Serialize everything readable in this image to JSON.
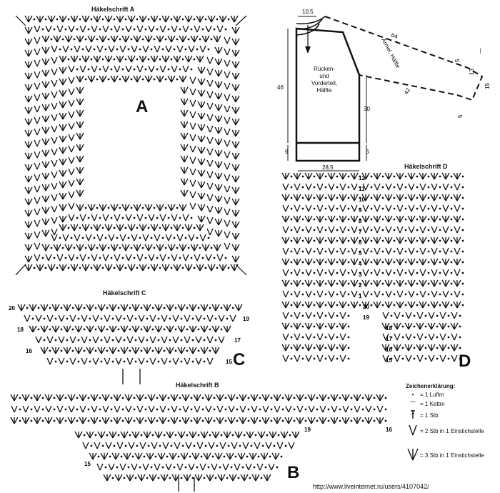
{
  "chart_a": {
    "title": "Häkelschrift A",
    "label": "A"
  },
  "chart_b": {
    "title": "Häkelschrift B",
    "label": "B",
    "row_numbers": [
      "19",
      "16",
      "15"
    ]
  },
  "chart_c": {
    "title": "Häkelschrift C",
    "label": "C",
    "row_numbers": [
      "20",
      "19",
      "18",
      "17",
      "16",
      "15"
    ]
  },
  "chart_d": {
    "title": "Häkelschrift D",
    "label": "D",
    "row_numbers": [
      "12",
      "11",
      "10",
      "9",
      "8",
      "7",
      "6",
      "5",
      "4",
      "3",
      "2",
      "1",
      "20",
      "19",
      "18",
      "17",
      "16",
      "15"
    ]
  },
  "schematic": {
    "body_label": "Rücken- und Vorderteil, Hälfte",
    "sleeve_label": "Ärmel, Hälfte",
    "dims": [
      "10,5",
      "64",
      "46",
      "30",
      "42",
      "6",
      "6",
      "28,5",
      "5",
      "5",
      "15",
      "13"
    ]
  },
  "legend": {
    "title": "Zeichenerklärung:",
    "items": [
      {
        "icon": "chain-stitch-icon",
        "text": "= 1 Luftm"
      },
      {
        "icon": "slip-stitch-icon",
        "text": "= 1 Kettm"
      },
      {
        "icon": "double-crochet-icon",
        "text": "= 1 Stb"
      },
      {
        "icon": "two-dc-same-stitch-icon",
        "text": "= 2 Stb in 1 Einstichstelle"
      },
      {
        "icon": "three-dc-same-stitch-icon",
        "text": "= 3 Stb in 1 Einstichstelle"
      }
    ]
  },
  "footer": "http://www.liveinternet.ru/users/4107042/"
}
